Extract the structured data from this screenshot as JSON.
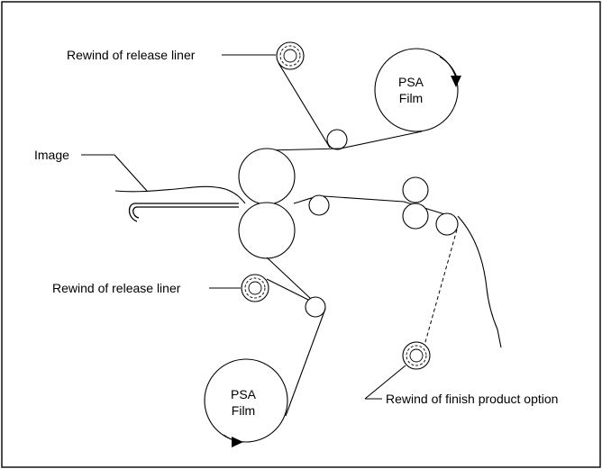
{
  "labels": {
    "rewind_top": "Rewind of release liner",
    "rewind_bottom": "Rewind of release liner",
    "image": "Image",
    "rewind_finish": "Rewind of finish product option"
  },
  "rolls": {
    "top_film": {
      "line1": "PSA",
      "line2": "Film"
    },
    "bottom_film": {
      "line1": "PSA",
      "line2": "Film"
    }
  }
}
